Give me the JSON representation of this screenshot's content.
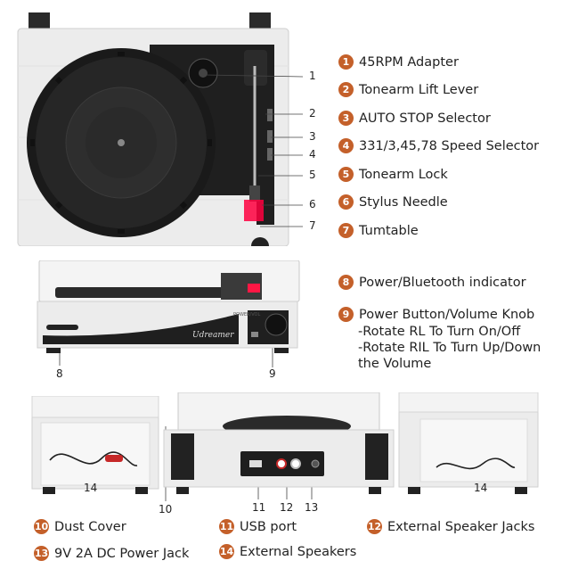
{
  "legend": [
    {
      "num": "1",
      "label": "45RPM Adapter"
    },
    {
      "num": "2",
      "label": "Tonearm Lift Lever"
    },
    {
      "num": "3",
      "label": "AUTO STOP Selector"
    },
    {
      "num": "4",
      "label": "331/3,45,78 Speed Selector"
    },
    {
      "num": "5",
      "label": "Tonearm Lock"
    },
    {
      "num": "6",
      "label": "Stylus Needle"
    },
    {
      "num": "7",
      "label": "Tumtable"
    },
    {
      "num": "8",
      "label": "Power/Bluetooth indicator"
    },
    {
      "num": "9",
      "label": "Power Button/Volume Knob"
    },
    {
      "num": "10",
      "label": "Dust Cover"
    },
    {
      "num": "11",
      "label": "USB port"
    },
    {
      "num": "12",
      "label": "External Speaker Jacks"
    },
    {
      "num": "13",
      "label": "9V 2A DC Power Jack"
    },
    {
      "num": "14",
      "label": "External Speakers"
    }
  ],
  "item9_sub": [
    "-Rotate RL To Turn On/Off",
    "-Rotate RIL To Turn Up/Down",
    "the Volume"
  ],
  "callouts": {
    "c1": "1",
    "c2": "2",
    "c3": "3",
    "c4": "4",
    "c5": "5",
    "c6": "6",
    "c7": "7",
    "c8": "8",
    "c9": "9",
    "c10": "10",
    "c11": "11",
    "c12": "12",
    "c13": "13",
    "c14a": "14",
    "c14b": "14"
  },
  "brand": "Udreamer",
  "panel_label": "POWER/VOL",
  "colors": {
    "badge": "#c4602a",
    "deck_black": "#1c1c1c",
    "wood": "#ececec"
  }
}
